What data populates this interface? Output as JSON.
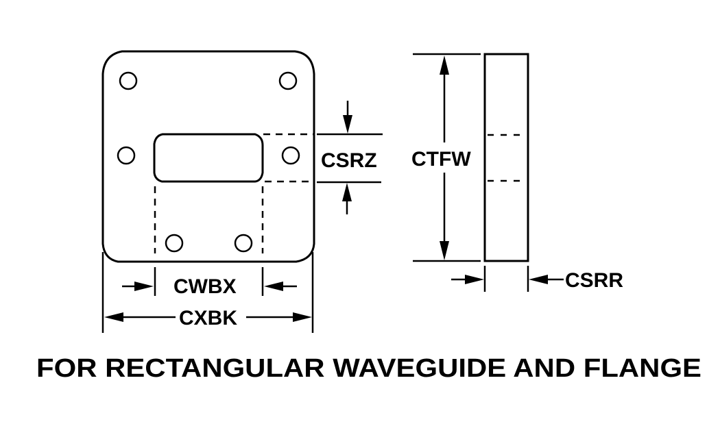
{
  "diagram": {
    "caption": "FOR RECTANGULAR WAVEGUIDE AND FLANGE",
    "front_view": {
      "name": "flange-front-view",
      "bolt_holes": 6,
      "dimensions": {
        "cwbx": "CWBX",
        "cxbk": "CXBK",
        "csrz": "CSRZ"
      }
    },
    "side_view": {
      "name": "flange-side-view",
      "dimensions": {
        "ctfw": "CTFW",
        "csrr": "CSRR"
      }
    },
    "colors": {
      "line": "#000000",
      "background": "#ffffff"
    }
  }
}
